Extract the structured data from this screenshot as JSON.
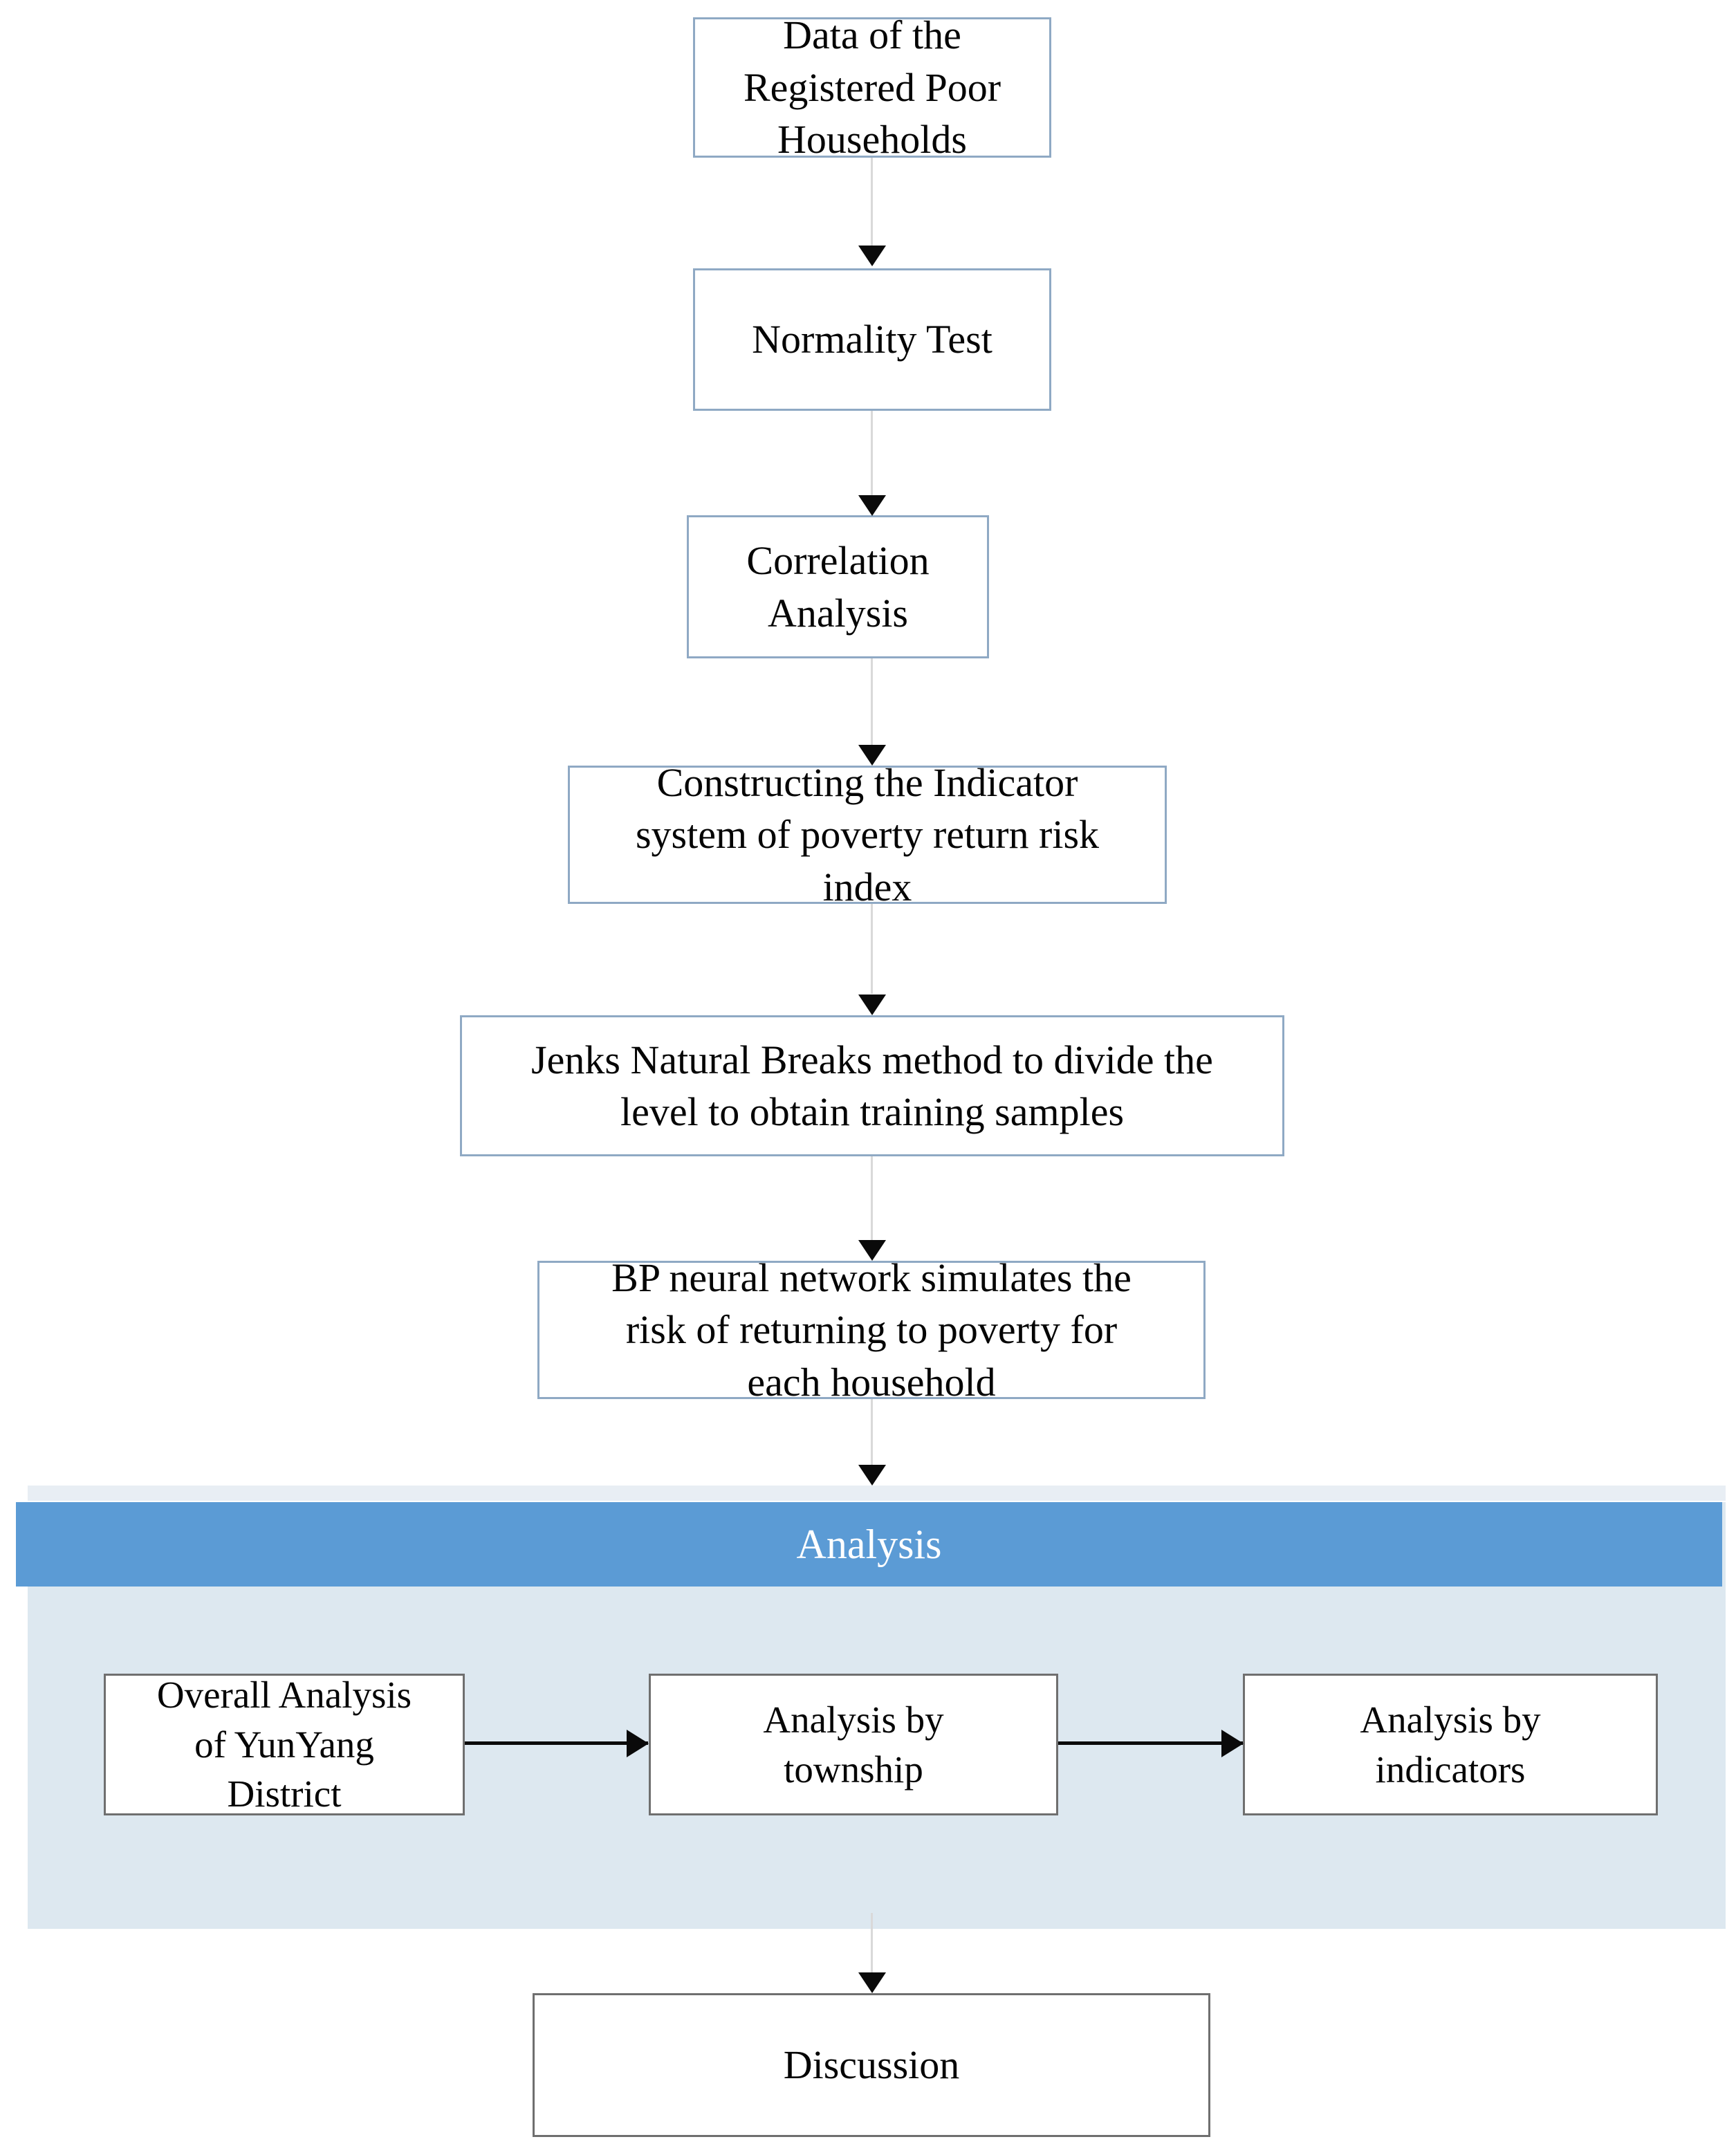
{
  "diagram": {
    "title": "Poverty Return Risk Analysis Workflow",
    "colors": {
      "node_border": "#8fa9c4",
      "node_border_plain": "#6f6f6f",
      "group_header_fill": "#5b9bd5",
      "group_header_text": "#ffffff",
      "group_body_fill": "#dde8f0",
      "connector_line": "#d9d9d9",
      "arrow_fill": "#0a0a0a",
      "canvas_background": "#ffffff"
    },
    "nodes": [
      {
        "id": "data-registered-poor-households",
        "label": "Data of the\nRegistered Poor\nHouseholds"
      },
      {
        "id": "normality-test",
        "label": "Normality Test"
      },
      {
        "id": "correlation-analysis",
        "label": "Correlation\nAnalysis"
      },
      {
        "id": "constructing-indicator-system",
        "label": "Constructing the Indicator\nsystem of poverty return risk\nindex"
      },
      {
        "id": "jenks-natural-breaks",
        "label": "Jenks Natural Breaks method to divide the\nlevel to obtain training samples"
      },
      {
        "id": "bp-neural-network",
        "label": "BP neural network simulates the\nrisk of returning to poverty for\neach household"
      }
    ],
    "group": {
      "id": "analysis-group",
      "header_label": "Analysis",
      "nodes": [
        {
          "id": "overall-analysis-yunyang-district",
          "label": "Overall Analysis\nof YunYang\nDistrict"
        },
        {
          "id": "analysis-by-township",
          "label": "Analysis by\ntownship"
        },
        {
          "id": "analysis-by-indicators",
          "label": "Analysis by\nindicators"
        }
      ]
    },
    "final_node": {
      "id": "discussion",
      "label": "Discussion"
    },
    "connectors": [
      {
        "from": "data-registered-poor-households",
        "to": "normality-test",
        "direction": "down"
      },
      {
        "from": "normality-test",
        "to": "correlation-analysis",
        "direction": "down"
      },
      {
        "from": "correlation-analysis",
        "to": "constructing-indicator-system",
        "direction": "down"
      },
      {
        "from": "constructing-indicator-system",
        "to": "jenks-natural-breaks",
        "direction": "down"
      },
      {
        "from": "jenks-natural-breaks",
        "to": "bp-neural-network",
        "direction": "down"
      },
      {
        "from": "bp-neural-network",
        "to": "analysis-group",
        "direction": "down"
      },
      {
        "from": "overall-analysis-yunyang-district",
        "to": "analysis-by-township",
        "direction": "right"
      },
      {
        "from": "analysis-by-township",
        "to": "analysis-by-indicators",
        "direction": "right"
      },
      {
        "from": "analysis-group",
        "to": "discussion",
        "direction": "down"
      }
    ]
  }
}
